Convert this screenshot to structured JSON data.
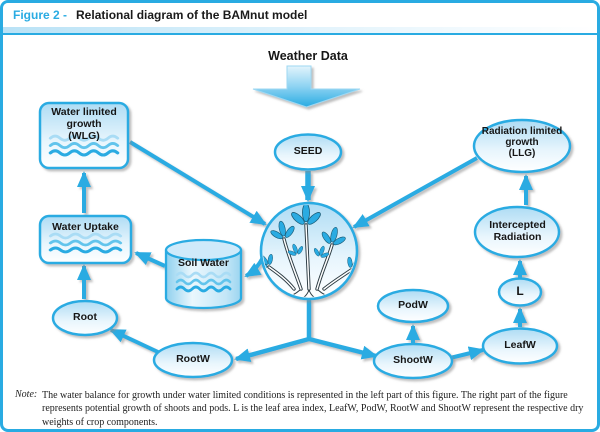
{
  "colors": {
    "accent": "#29abe2",
    "node_fill_top": "#aedcf4",
    "node_border": "#29abe2",
    "wave_light": "#a9dcf5",
    "wave_mid": "#62c4ec",
    "wave_dark": "#29abe2"
  },
  "header": {
    "figure_label": "Figure 2 -",
    "title": "Relational diagram of the BAMnut model"
  },
  "diagram": {
    "weather_label": "Weather Data",
    "nodes": {
      "wlg": {
        "line1": "Water limited",
        "line2": "growth",
        "line3": "(WLG)"
      },
      "water_uptake": {
        "label": "Water Uptake"
      },
      "soil_water": {
        "label": "Soil Water"
      },
      "seed": {
        "label": "SEED"
      },
      "llg": {
        "line1": "Radiation limited",
        "line2": "growth",
        "line3": "(LLG)"
      },
      "intercepted_radiation": {
        "line1": "Intercepted",
        "line2": "Radiation"
      },
      "l": {
        "label": "L"
      },
      "root": {
        "label": "Root"
      },
      "rootw": {
        "label": "RootW"
      },
      "shootw": {
        "label": "ShootW"
      },
      "podw": {
        "label": "PodW"
      },
      "leafw": {
        "label": "LeafW"
      }
    }
  },
  "note": {
    "label": "Note:",
    "text": "The water balance for growth under water limited conditions is represented in the left part of this figure. The right part of the figure represents potential growth of shoots and pods. L is the leaf area index, LeafW, PodW, RootW and ShootW represent the respective dry weights of crop components."
  }
}
